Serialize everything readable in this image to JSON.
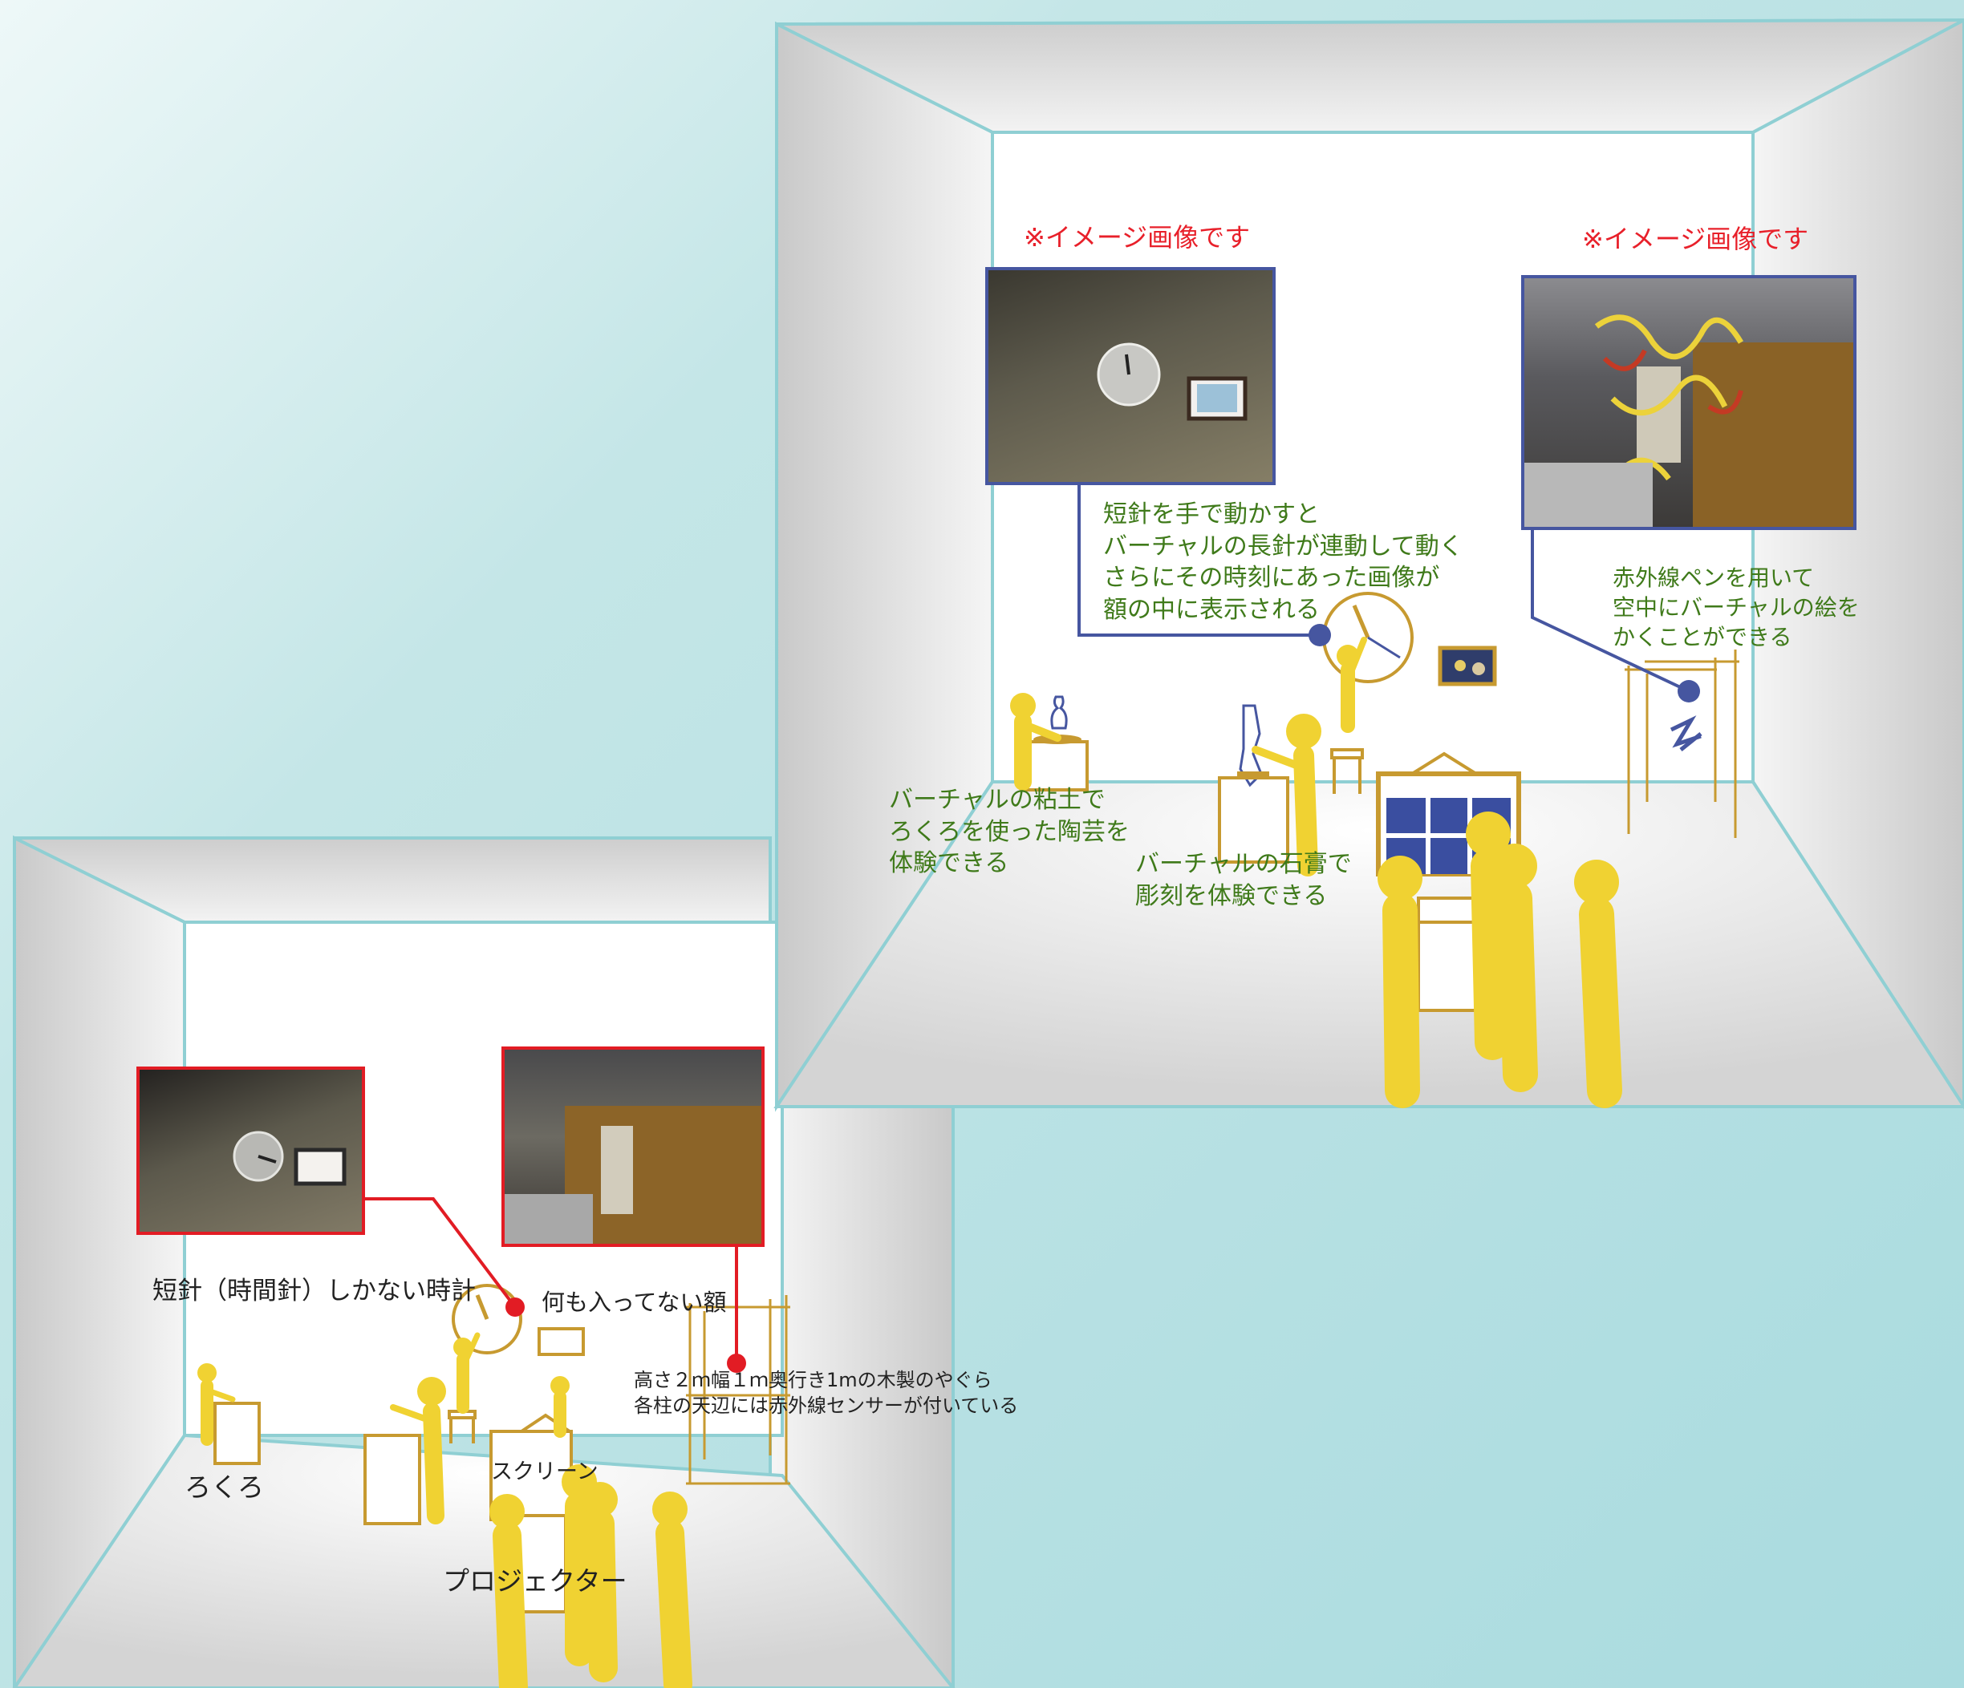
{
  "image_note_left": "※イメージ画像です",
  "image_note_right": "※イメージ画像です",
  "clock_desc": [
    "短針を手で動かすと",
    "バーチャルの長針が連動して動く",
    "さらにその時刻にあった画像が",
    "額の中に表示される"
  ],
  "pen_desc": [
    "赤外線ペンを用いて",
    "空中にバーチャルの絵を",
    "かくことができる"
  ],
  "clay_desc": [
    "バーチャルの粘土で",
    "ろくろを使った陶芸を",
    "体験できる"
  ],
  "plaster_desc": [
    "バーチャルの石膏で",
    "彫刻を体験できる"
  ],
  "clock_label": "短針（時間針）しかない時計",
  "frame_label": "何も入ってない額",
  "tower_desc": [
    "高さ２ｍ幅１ｍ奥行き1mの木製のやぐら",
    "各柱の天辺には赤外線センサーが付いている"
  ],
  "wheel_label": "ろくろ",
  "screen_label": "スクリーン",
  "projector_label": "プロジェクター",
  "colors": {
    "figure": "#f0d232",
    "wood": "#c79a30",
    "blue_callout": "#4656a0",
    "red_callout": "#e21c24",
    "green_text": "#3f7a1a",
    "room_edge": "#8fcfd3"
  }
}
